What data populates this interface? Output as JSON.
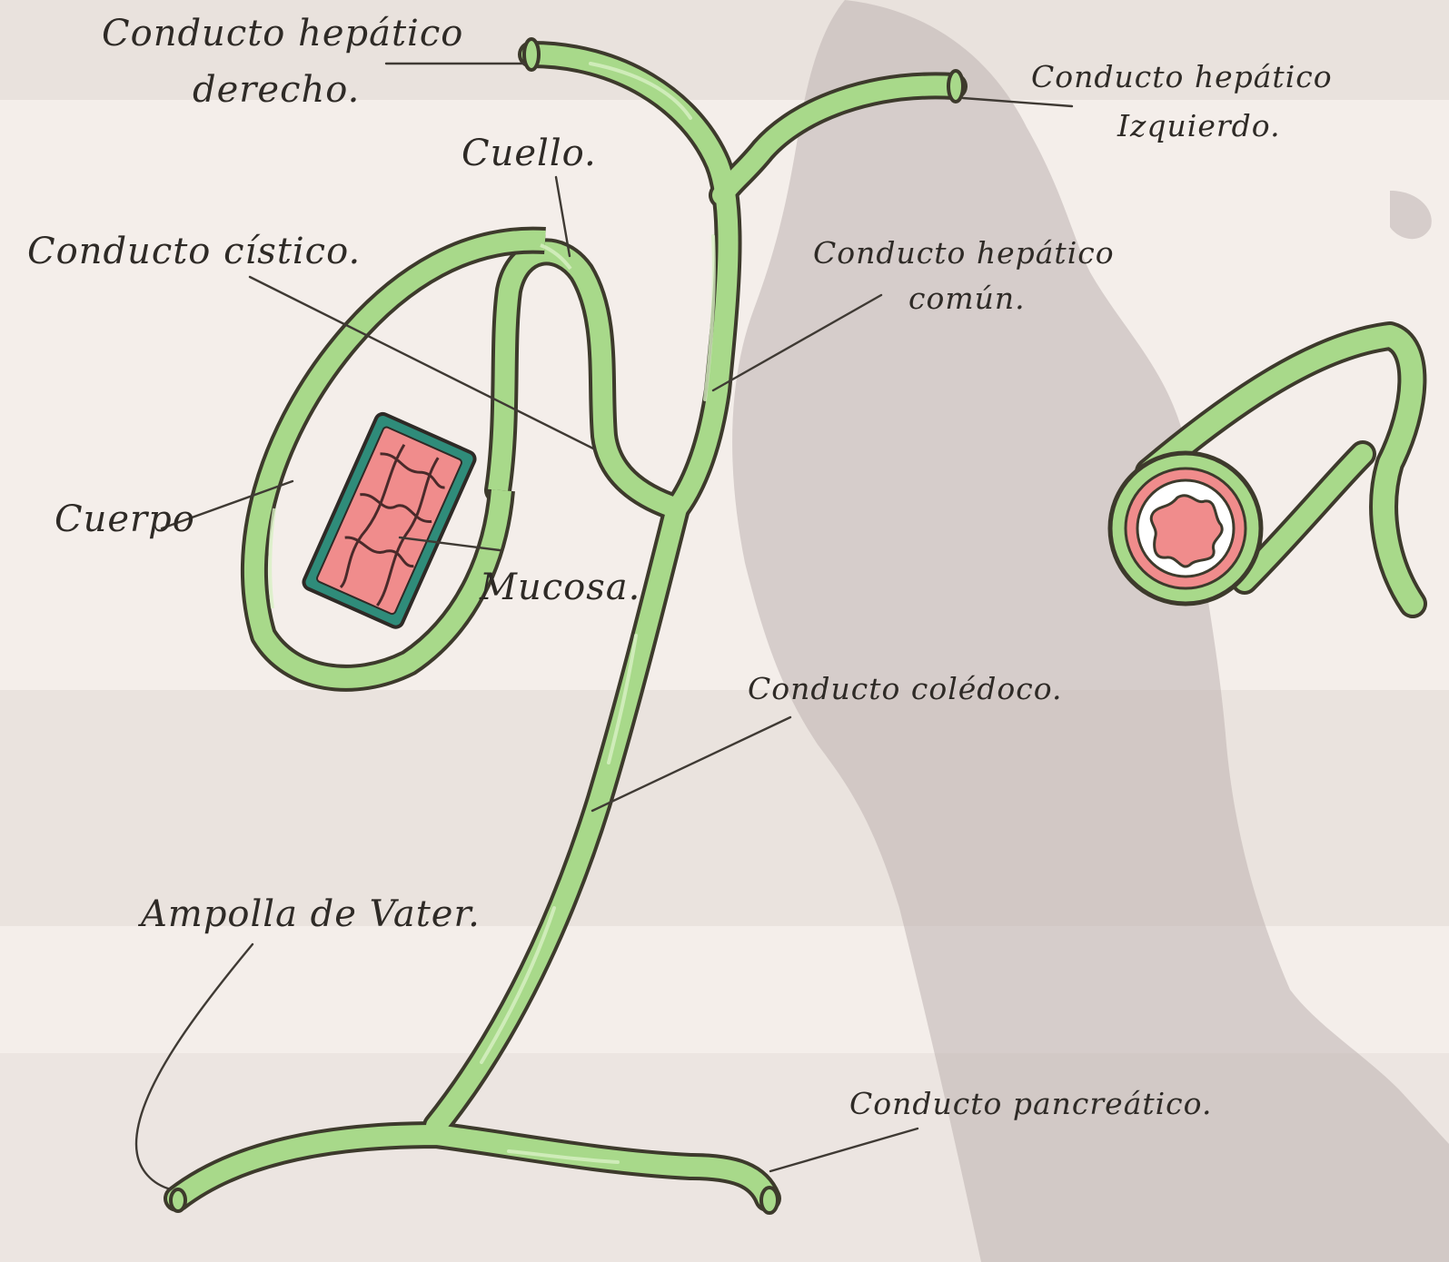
{
  "labels": {
    "hepatic_right_1": "Conducto hepático",
    "hepatic_right_2": "derecho.",
    "hepatic_left_1": "Conducto hepático",
    "hepatic_left_2": "Izquierdo.",
    "neck": "Cuello.",
    "cystic": "Conducto cístico.",
    "common_hepatic_1": "Conducto hepático",
    "common_hepatic_2": "común.",
    "body": "Cuerpo",
    "mucosa": "Mucosa.",
    "choledochal": "Conducto colédoco.",
    "ampulla": "Ampolla de Vater.",
    "pancreatic": "Conducto pancreático."
  },
  "colors": {
    "duct_fill": "#a8d98a",
    "duct_outline": "#3d3a2c",
    "mucosa_fill": "#f08c8c",
    "mucosa_border": "#2f8c7a",
    "paper": "#efe8e4"
  }
}
